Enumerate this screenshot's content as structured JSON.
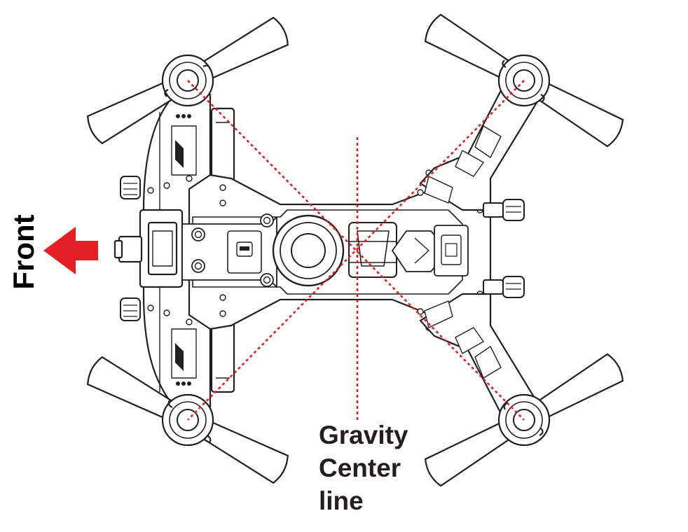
{
  "labels": {
    "front": "Front",
    "gravity_line1": "Gravity",
    "gravity_line2": "Center",
    "gravity_line3": "line"
  },
  "colors": {
    "line": "#231f20",
    "accent_red": "#e31e24",
    "fill": "#ffffff"
  }
}
